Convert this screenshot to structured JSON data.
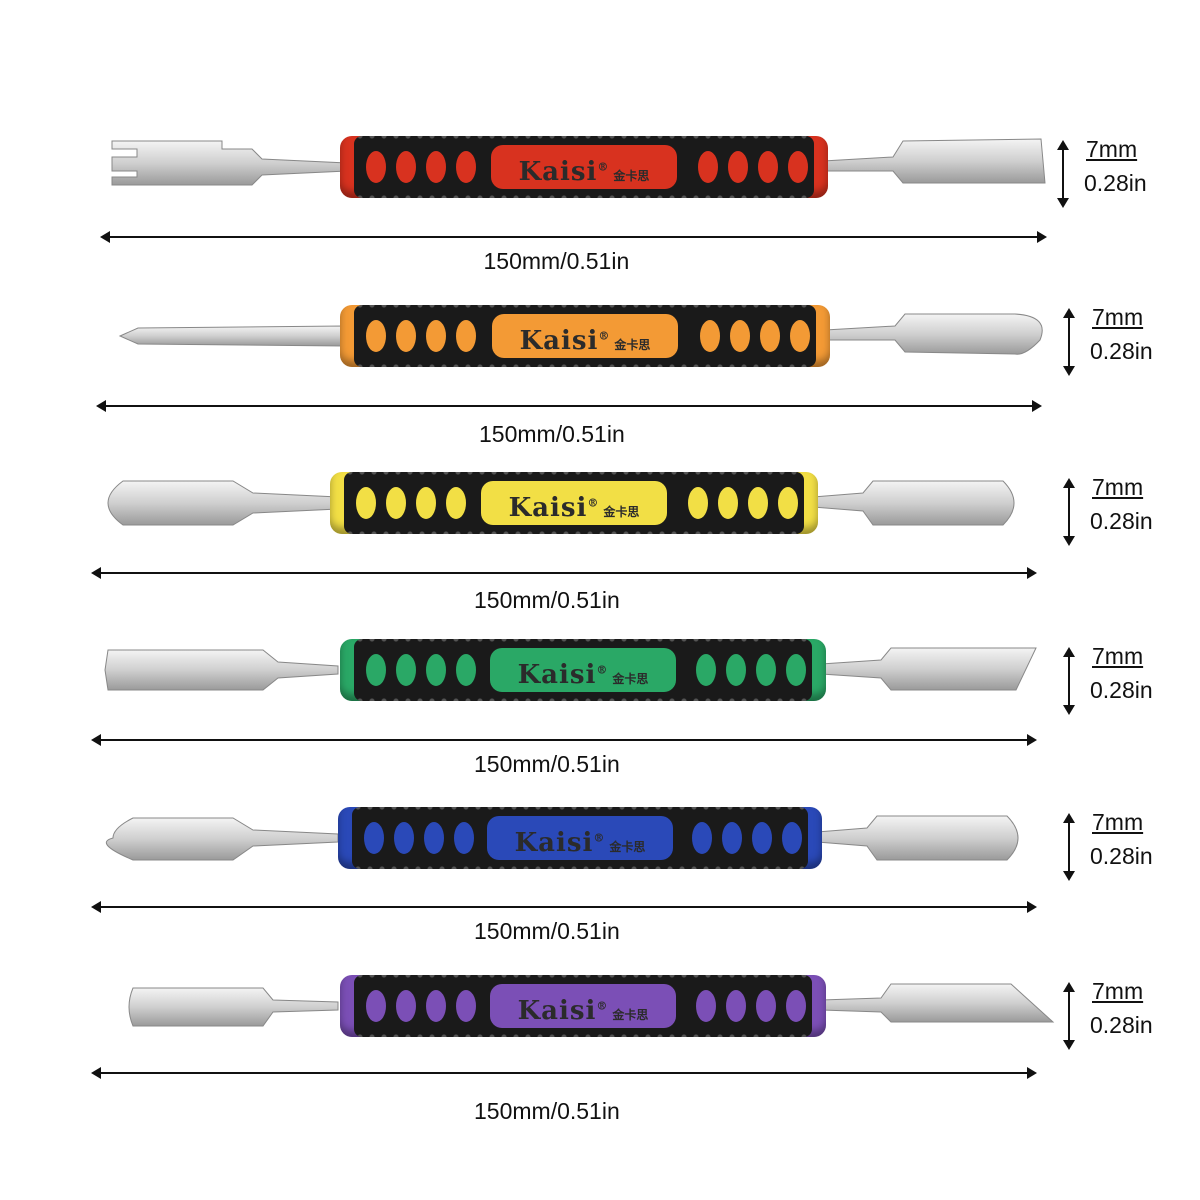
{
  "brand": {
    "logo_text": "Kaisi",
    "registered": "®",
    "chinese_text": "金卡思"
  },
  "tools": [
    {
      "color": "#d8321f",
      "left_tip": "fork",
      "right_tip": "flat-angled",
      "length_label": "150mm/0.51in",
      "width_mm": "7mm",
      "width_in": "0.28in"
    },
    {
      "color": "#f39a35",
      "left_tip": "pointed",
      "right_tip": "spoon",
      "length_label": "150mm/0.51in",
      "width_mm": "7mm",
      "width_in": "0.28in"
    },
    {
      "color": "#f2df45",
      "left_tip": "round-spatula",
      "right_tip": "round-flat",
      "length_label": "150mm/0.51in",
      "width_mm": "7mm",
      "width_in": "0.28in"
    },
    {
      "color": "#2aa866",
      "left_tip": "ridged-flat",
      "right_tip": "angled-flat",
      "length_label": "150mm/0.51in",
      "width_mm": "7mm",
      "width_in": "0.28in"
    },
    {
      "color": "#2a49b8",
      "left_tip": "pointed-spatula",
      "right_tip": "round-flat",
      "length_label": "150mm/0.51in",
      "width_mm": "7mm",
      "width_in": "0.28in"
    },
    {
      "color": "#7b4fb6",
      "left_tip": "scoop",
      "right_tip": "blade",
      "length_label": "150mm/0.51in",
      "width_mm": "7mm",
      "width_in": "0.28in"
    }
  ]
}
